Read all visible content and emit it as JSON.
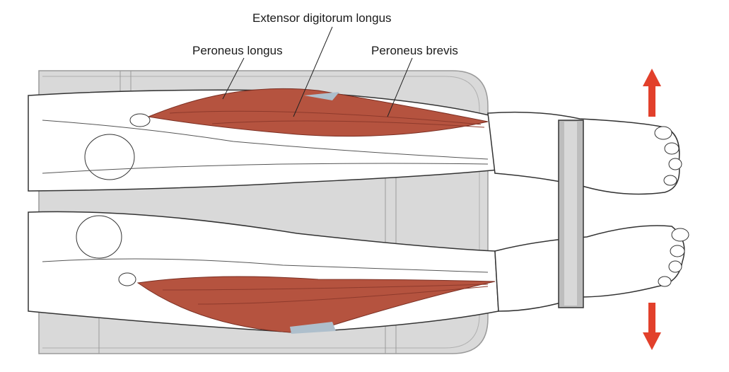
{
  "labels": {
    "extensor": "Extensor digitorum longus",
    "peroneus_longus": "Peroneus longus",
    "peroneus_brevis": "Peroneus brevis"
  },
  "colors": {
    "muscle": "#b5533f",
    "muscle_dark": "#8e3a2c",
    "arrow": "#e2402b",
    "table": "#d9d9d9",
    "tendon": "#aebfcc"
  },
  "icons": [
    "arrow-up-icon",
    "arrow-down-icon"
  ]
}
